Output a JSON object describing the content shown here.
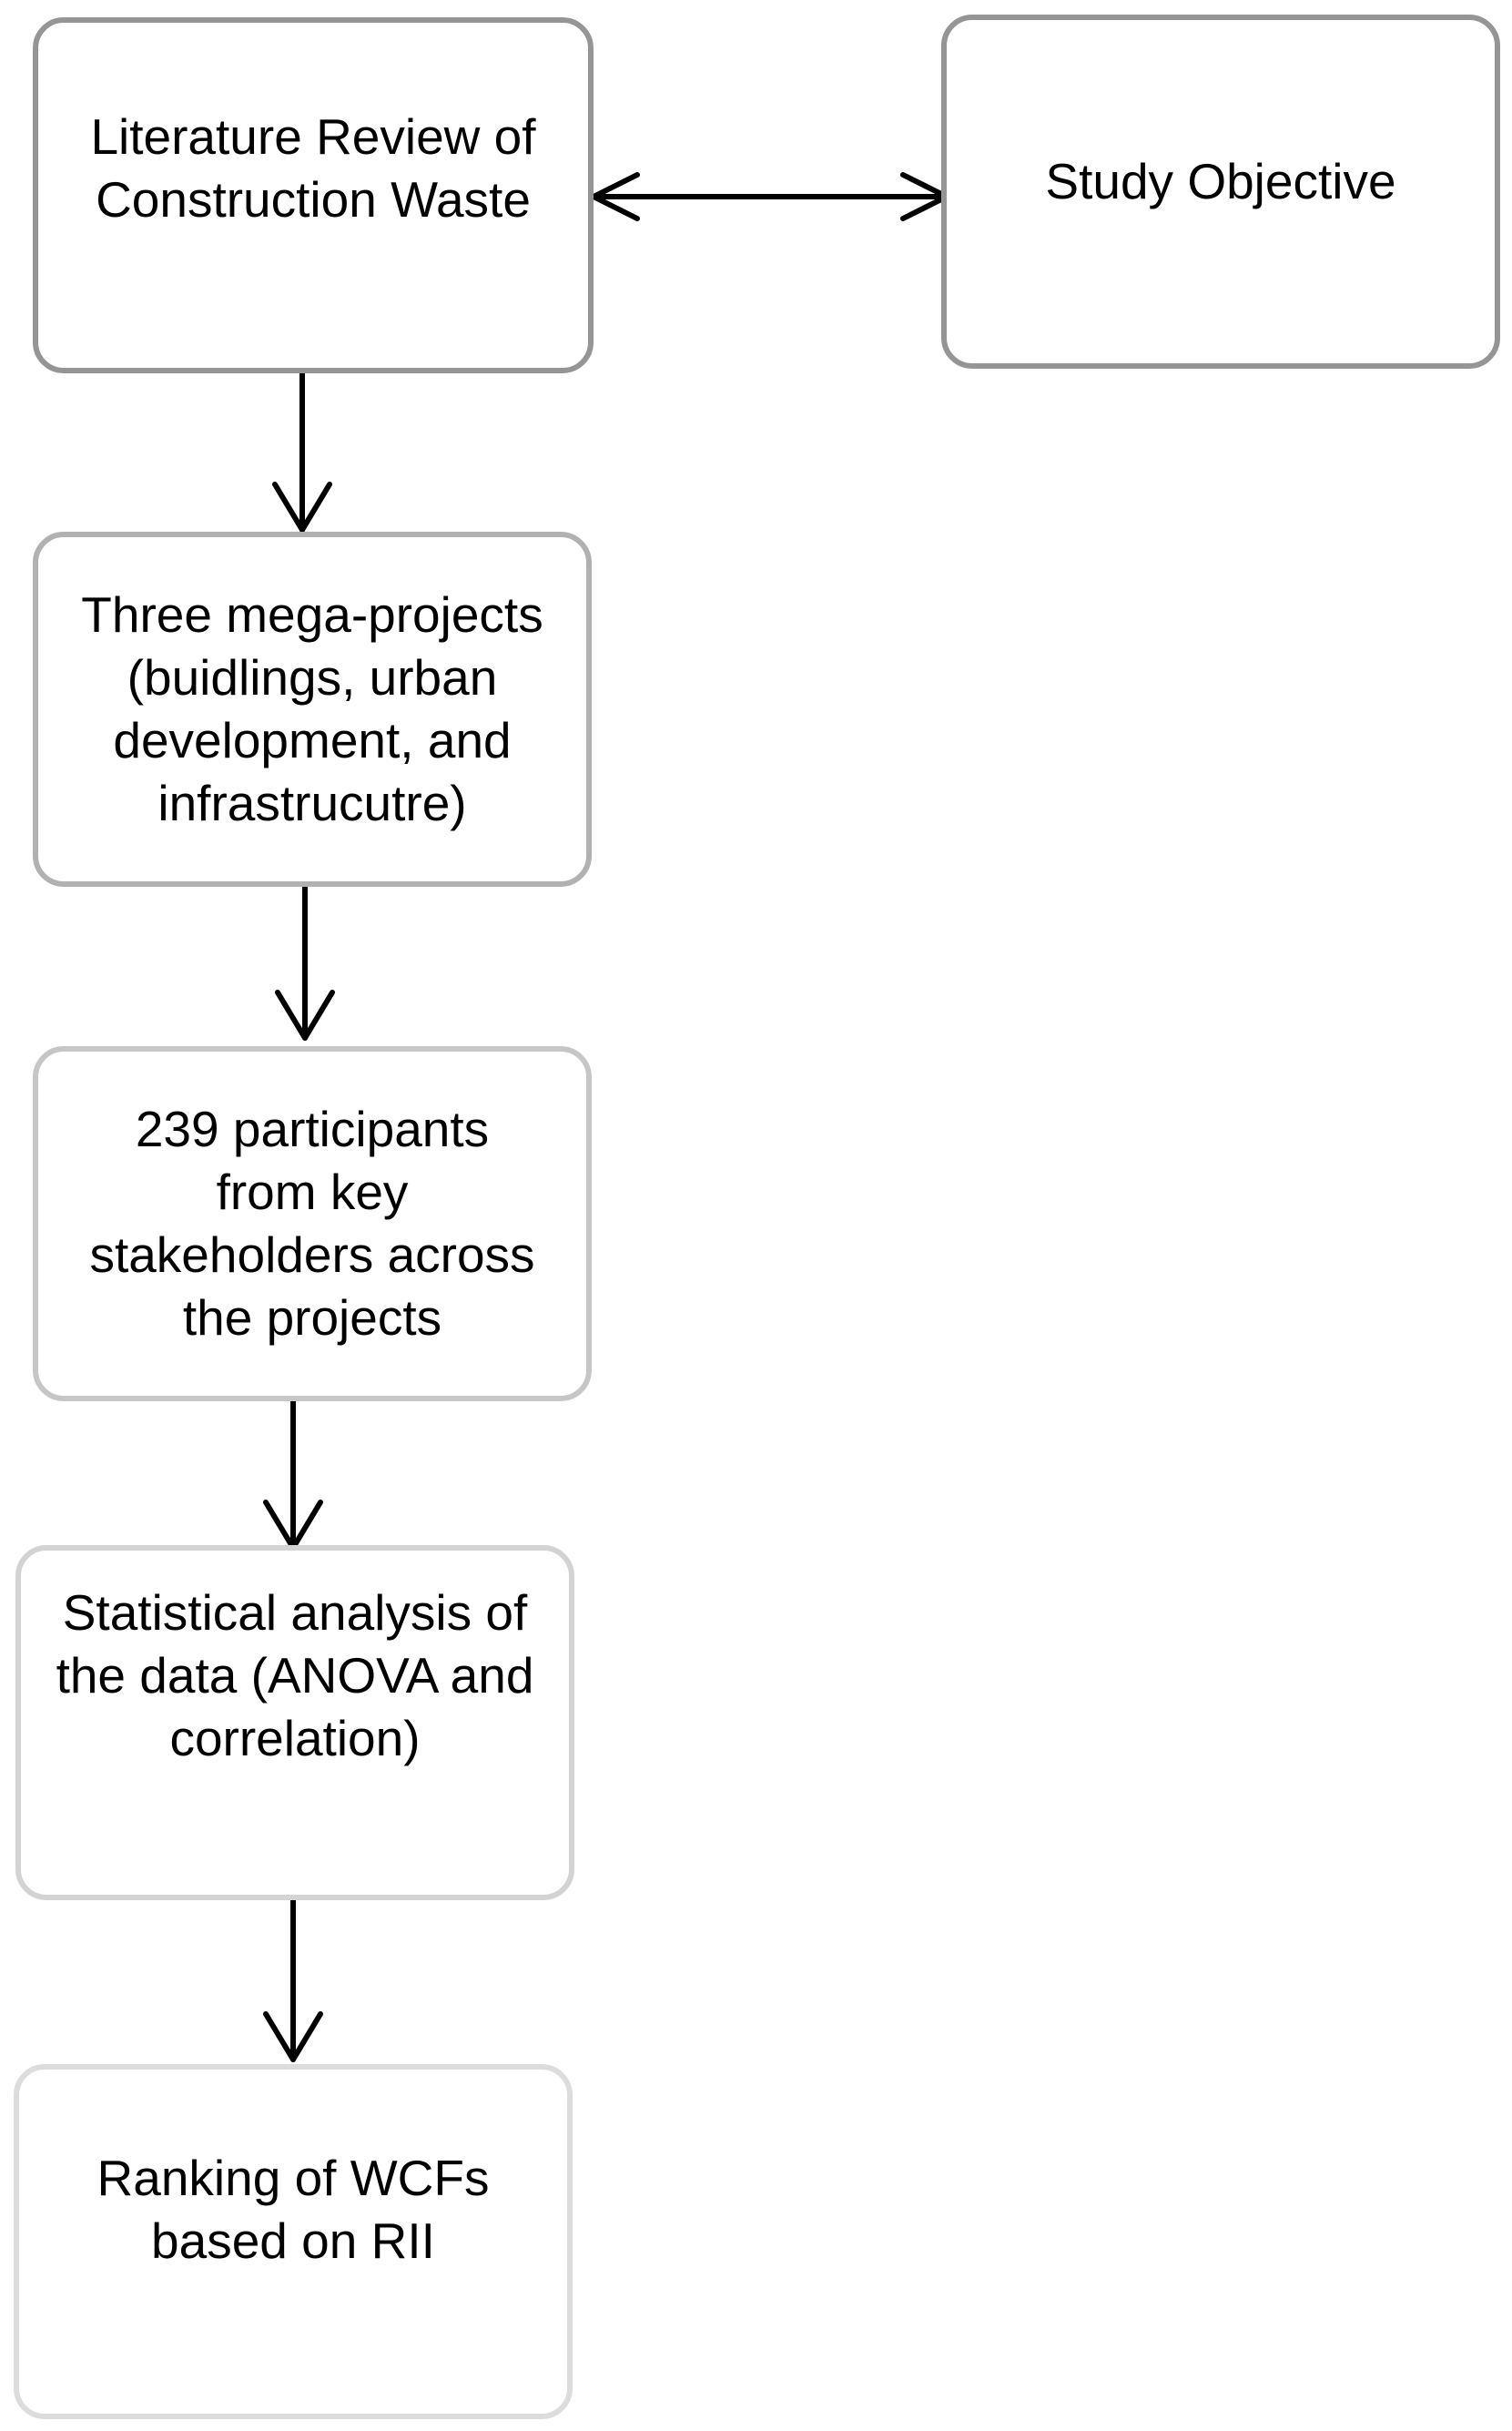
{
  "diagram": {
    "nodes": [
      {
        "id": "literature-review",
        "label": "Literature Review of\nConstruction Waste"
      },
      {
        "id": "study-objective",
        "label": "Study Objective"
      },
      {
        "id": "mega-projects",
        "label": "Three mega-projects\n(buidlings, urban\ndevelopment, and\ninfrastrucutre)"
      },
      {
        "id": "participants",
        "label": "239 participants\nfrom key\nstakeholders across\nthe projects"
      },
      {
        "id": "statistical-analysis",
        "label": "Statistical analysis of\nthe data (ANOVA and\ncorrelation)"
      },
      {
        "id": "ranking",
        "label": "Ranking of WCFs\nbased on RII"
      }
    ],
    "edges": [
      {
        "from": "literature-review",
        "to": "study-objective",
        "type": "bidirectional"
      },
      {
        "from": "literature-review",
        "to": "mega-projects",
        "type": "directed"
      },
      {
        "from": "mega-projects",
        "to": "participants",
        "type": "directed"
      },
      {
        "from": "participants",
        "to": "statistical-analysis",
        "type": "directed"
      },
      {
        "from": "statistical-analysis",
        "to": "ranking",
        "type": "directed"
      }
    ],
    "colors": {
      "arrow": "#000000",
      "text": "#000000",
      "background": "#ffffff"
    }
  }
}
